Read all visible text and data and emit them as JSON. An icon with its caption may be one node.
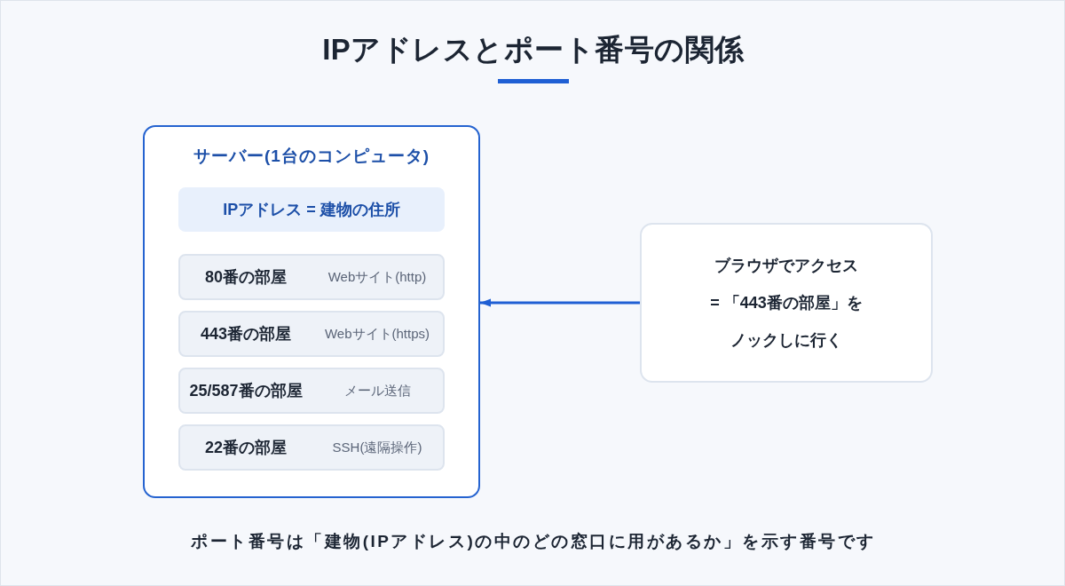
{
  "diagram": {
    "title": "IPアドレスとポート番号の関係",
    "caption": "ポート番号は「建物(IPアドレス)の中のどの窓口に用があるか」を示す番号です",
    "nodes": [
      {
        "text": [
          "サーバー(1台のコンピュータ)"
        ]
      },
      {
        "text": [
          "IPアドレス = 建物の住所"
        ],
        "in": 0
      },
      {
        "text": [
          "80番の部屋",
          "Webサイト(http)"
        ],
        "in": 0
      },
      {
        "text": [
          "443番の部屋",
          "Webサイト(https)"
        ],
        "in": 0
      },
      {
        "text": [
          "25/587番の部屋",
          "メール送信"
        ],
        "in": 0
      },
      {
        "text": [
          "22番の部屋",
          "SSH(遠隔操作)"
        ],
        "in": 0
      },
      {
        "text": [
          "ブラウザでアクセス = 「443番の部屋」をノックしに行く"
        ]
      }
    ],
    "edges": [
      {
        "from": 6,
        "to": 0,
        "arrow": "to"
      }
    ]
  }
}
